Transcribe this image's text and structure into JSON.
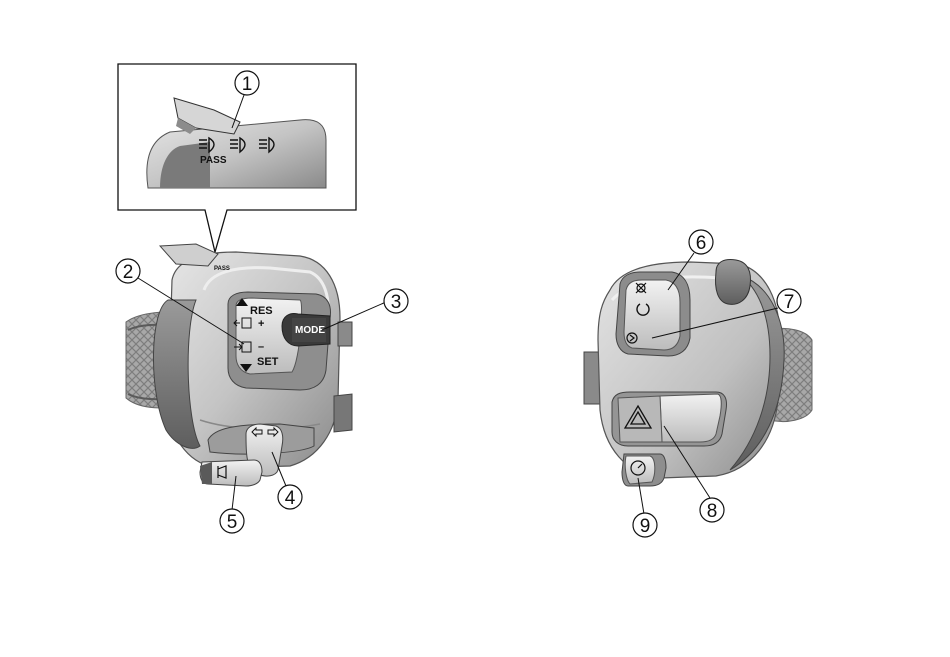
{
  "left_switch": {
    "inset_pass_label": "PASS",
    "small_pass_label": "PASS",
    "res_label": "RES",
    "plus_label": "+",
    "minus_label": "–",
    "set_label": "SET",
    "mode_label": "MODE"
  },
  "callouts": [
    "1",
    "2",
    "3",
    "4",
    "5",
    "6",
    "7",
    "8",
    "9"
  ],
  "colors": {
    "line": "#111111",
    "body_light": "#d9d9d9",
    "body_mid": "#b3b3b3",
    "body_dark": "#6e6e6e",
    "grip": "#9a9a9a"
  }
}
